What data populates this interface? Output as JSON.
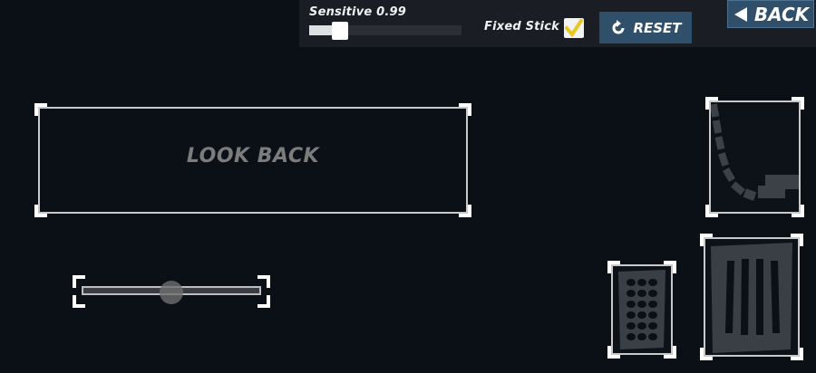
{
  "topbar": {
    "sensitive_label": "Sensitive 0.99",
    "sensitive_value": 0.99,
    "sensitive_slider_fraction": 0.2,
    "fixed_stick_label": "Fixed Stick",
    "fixed_stick_checked": true,
    "reset_label": "RESET",
    "back_label": "BACK"
  },
  "controls": {
    "look_back_label": "LOOK BACK",
    "steering_knob_fraction": 0.5
  },
  "icons": {
    "reset": "reset-icon",
    "back": "back-arrow-icon",
    "check": "checkmark-icon",
    "handbrake": "handbrake-icon",
    "brake": "brake-pedal-icon",
    "gas": "gas-pedal-icon"
  },
  "colors": {
    "background": "#0b1017",
    "bar": "#1a1e24",
    "button": "#2f4f6a",
    "check": "#e8c81e",
    "label_gray": "#7c7c7c"
  }
}
